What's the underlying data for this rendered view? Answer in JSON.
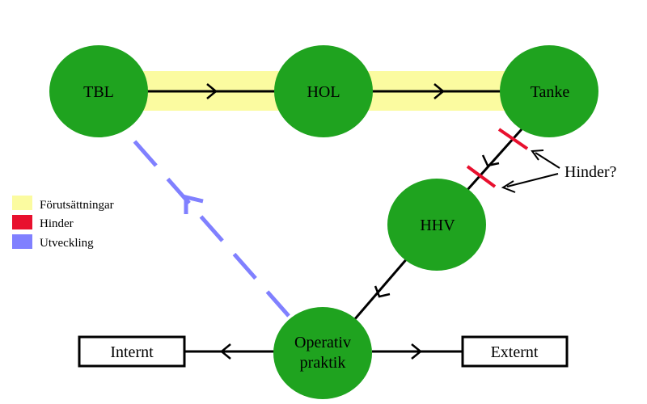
{
  "colors": {
    "node_fill": "#1fa31f",
    "precondition_band": "#fbfba0",
    "obstacle": "#e8102e",
    "development": "#8080ff",
    "line": "#000000",
    "box_border": "#000000",
    "background": "#ffffff"
  },
  "nodes": {
    "tbl": "TBL",
    "hol": "HOL",
    "tanke": "Tanke",
    "hhv": "HHV",
    "operativ_line1": "Operativ",
    "operativ_line2": "praktik"
  },
  "boxes": {
    "internt": "Internt",
    "externt": "Externt"
  },
  "legend": {
    "items": [
      {
        "label": "Förutsättningar",
        "color": "#fbfba0"
      },
      {
        "label": "Hinder",
        "color": "#e8102e"
      },
      {
        "label": "Utveckling",
        "color": "#8080ff"
      }
    ]
  },
  "annotation": {
    "hinder_question": "Hinder?"
  }
}
